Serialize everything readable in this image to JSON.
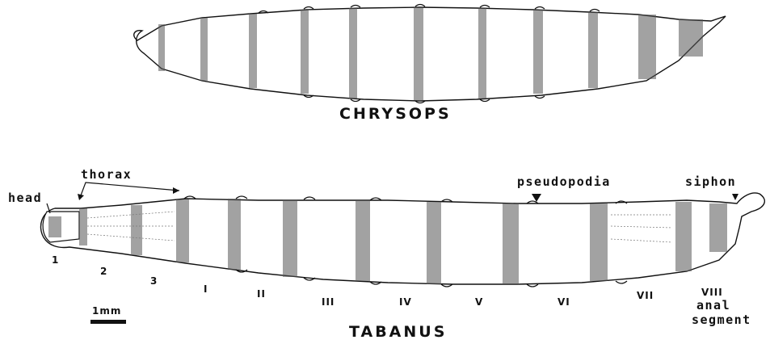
{
  "species_labels": {
    "upper": "CHRYSOPS",
    "lower": "TABANUS"
  },
  "annotations": {
    "head": "head",
    "thorax": "thorax",
    "pseudopodia": "pseudopodia",
    "siphon": "siphon",
    "anal_segment_line1": "anal",
    "anal_segment_line2": "segment"
  },
  "thoracic_segments": [
    "1",
    "2",
    "3"
  ],
  "abdominal_segments": [
    "I",
    "II",
    "III",
    "IV",
    "V",
    "VI",
    "VII",
    "VIII"
  ],
  "scale_bar_label": "1mm"
}
